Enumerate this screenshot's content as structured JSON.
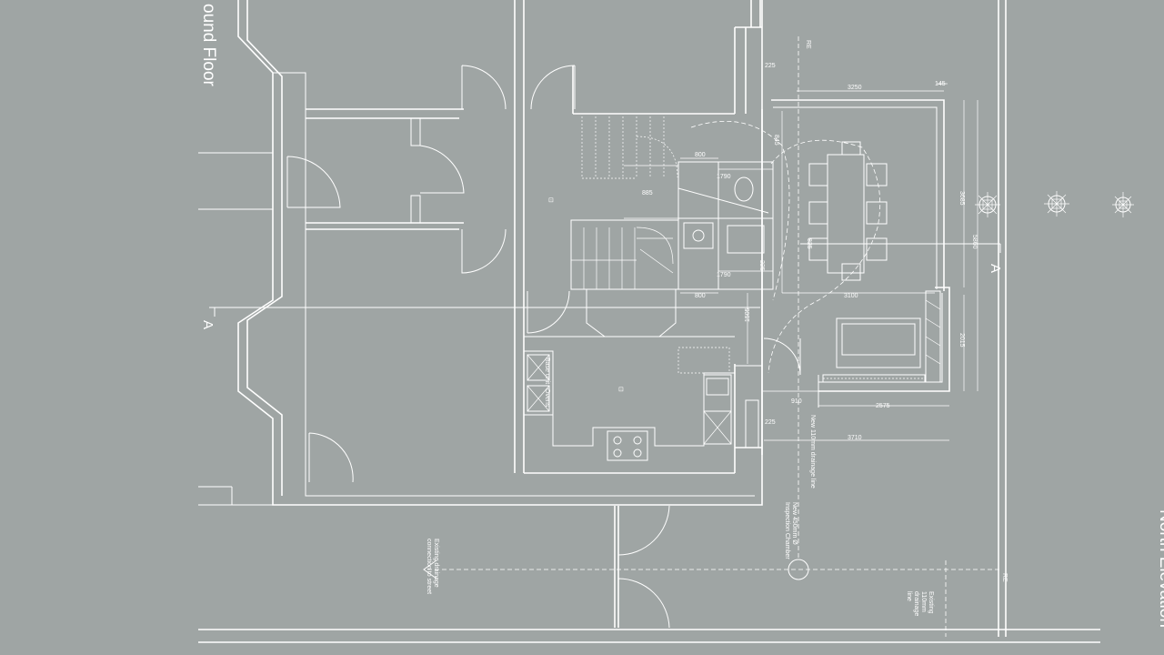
{
  "titles": {
    "ground_floor": "ound Floor",
    "north_elevation": "North Elevation"
  },
  "section_markers": {
    "left": "A",
    "right": "A"
  },
  "notes": {
    "existing_drainage": [
      "Existing drainage",
      "connection to street"
    ],
    "new_drainage_line": "New 110mm drainage line",
    "inspection_chamber": [
      "New 450mm Ø",
      "Inspection Chamber"
    ],
    "existing_110_line": [
      "Existing",
      "110mm",
      "drainage",
      "line"
    ],
    "re_top": "RE",
    "re_bottom": "RE"
  },
  "dimensions": {
    "d225_top": "225",
    "d3250": "3250",
    "d145": "145",
    "d3685": "3685",
    "d5860": "5860",
    "d800_top": "800",
    "d1790_top": "1790",
    "d885": "885",
    "d1790_bottom": "1790",
    "d800_bottom": "800",
    "d3100": "3100",
    "d2015": "2015",
    "d1505": "1505",
    "d910": "910",
    "d225_bottom": "225",
    "d2575": "2575",
    "d3710": "3710",
    "d845": "845",
    "d225_side": "225",
    "d825": "825"
  },
  "room_labels": {
    "base_units_1": "Base unit",
    "base_units_2": "Ovens"
  }
}
